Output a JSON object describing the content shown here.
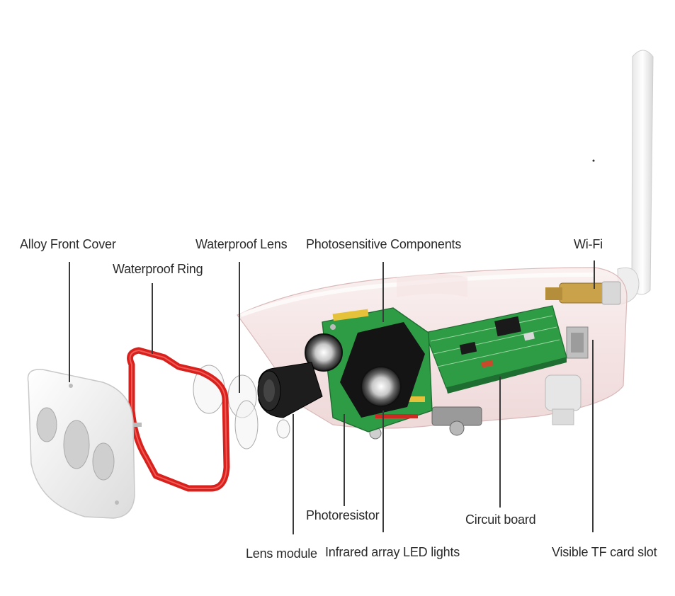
{
  "labels": {
    "alloy_front_cover": "Alloy Front Cover",
    "waterproof_ring": "Waterproof Ring",
    "waterproof_lens": "Waterproof Lens",
    "photosensitive_components": "Photosensitive Components",
    "wifi": "Wi-Fi",
    "photoresistor": "Photoresistor",
    "circuit_board": "Circuit board",
    "lens_module": "Lens module",
    "infrared_array_led_lights": "Infrared array LED lights",
    "visible_tf_card_slot": "Visible TF card slot"
  },
  "colors": {
    "ring_red": "#d8201c",
    "pcb_green": "#2e9b45",
    "housing_tint": "#f0d8d8",
    "cover_white": "#f2f2f2",
    "label_text": "#2a2a2a"
  }
}
